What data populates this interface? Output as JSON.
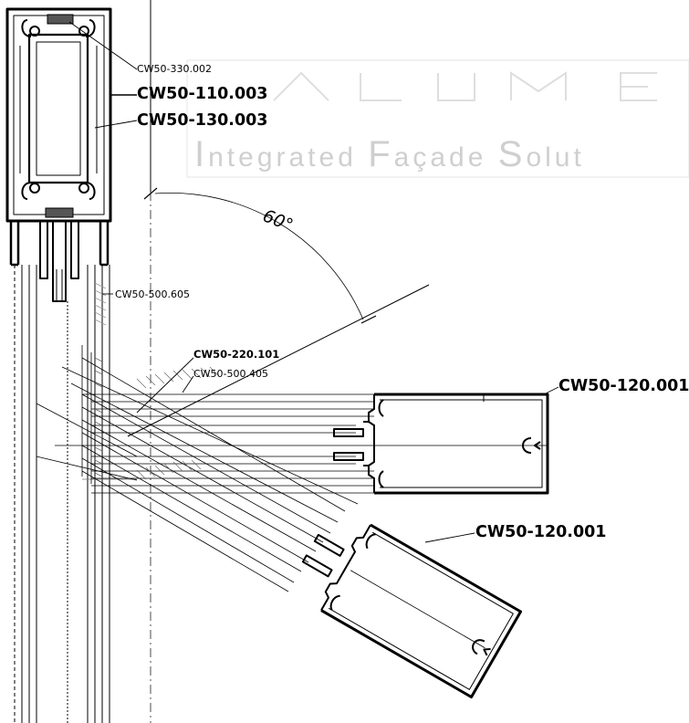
{
  "watermark": {
    "tagline_I": "I",
    "tagline_1": "ntegrated ",
    "tagline_F": "F",
    "tagline_2": "açade ",
    "tagline_S": "S",
    "tagline_3": "olut"
  },
  "angle_label": "60°",
  "labels": {
    "cw50_330_002": "CW50-330.002",
    "cw50_110_003": "CW50-110.003",
    "cw50_130_003": "CW50-130.003",
    "cw50_500_605": "CW50-500.605",
    "cw50_220_101": "CW50-220.101",
    "cw50_500_405": "CW50-500.405",
    "cw50_120_001_a": "CW50-120.001",
    "cw50_120_001_b": "CW50-120.001"
  },
  "colors": {
    "line": "#000000",
    "watermark": "#cfcfcf",
    "background": "#ffffff"
  }
}
